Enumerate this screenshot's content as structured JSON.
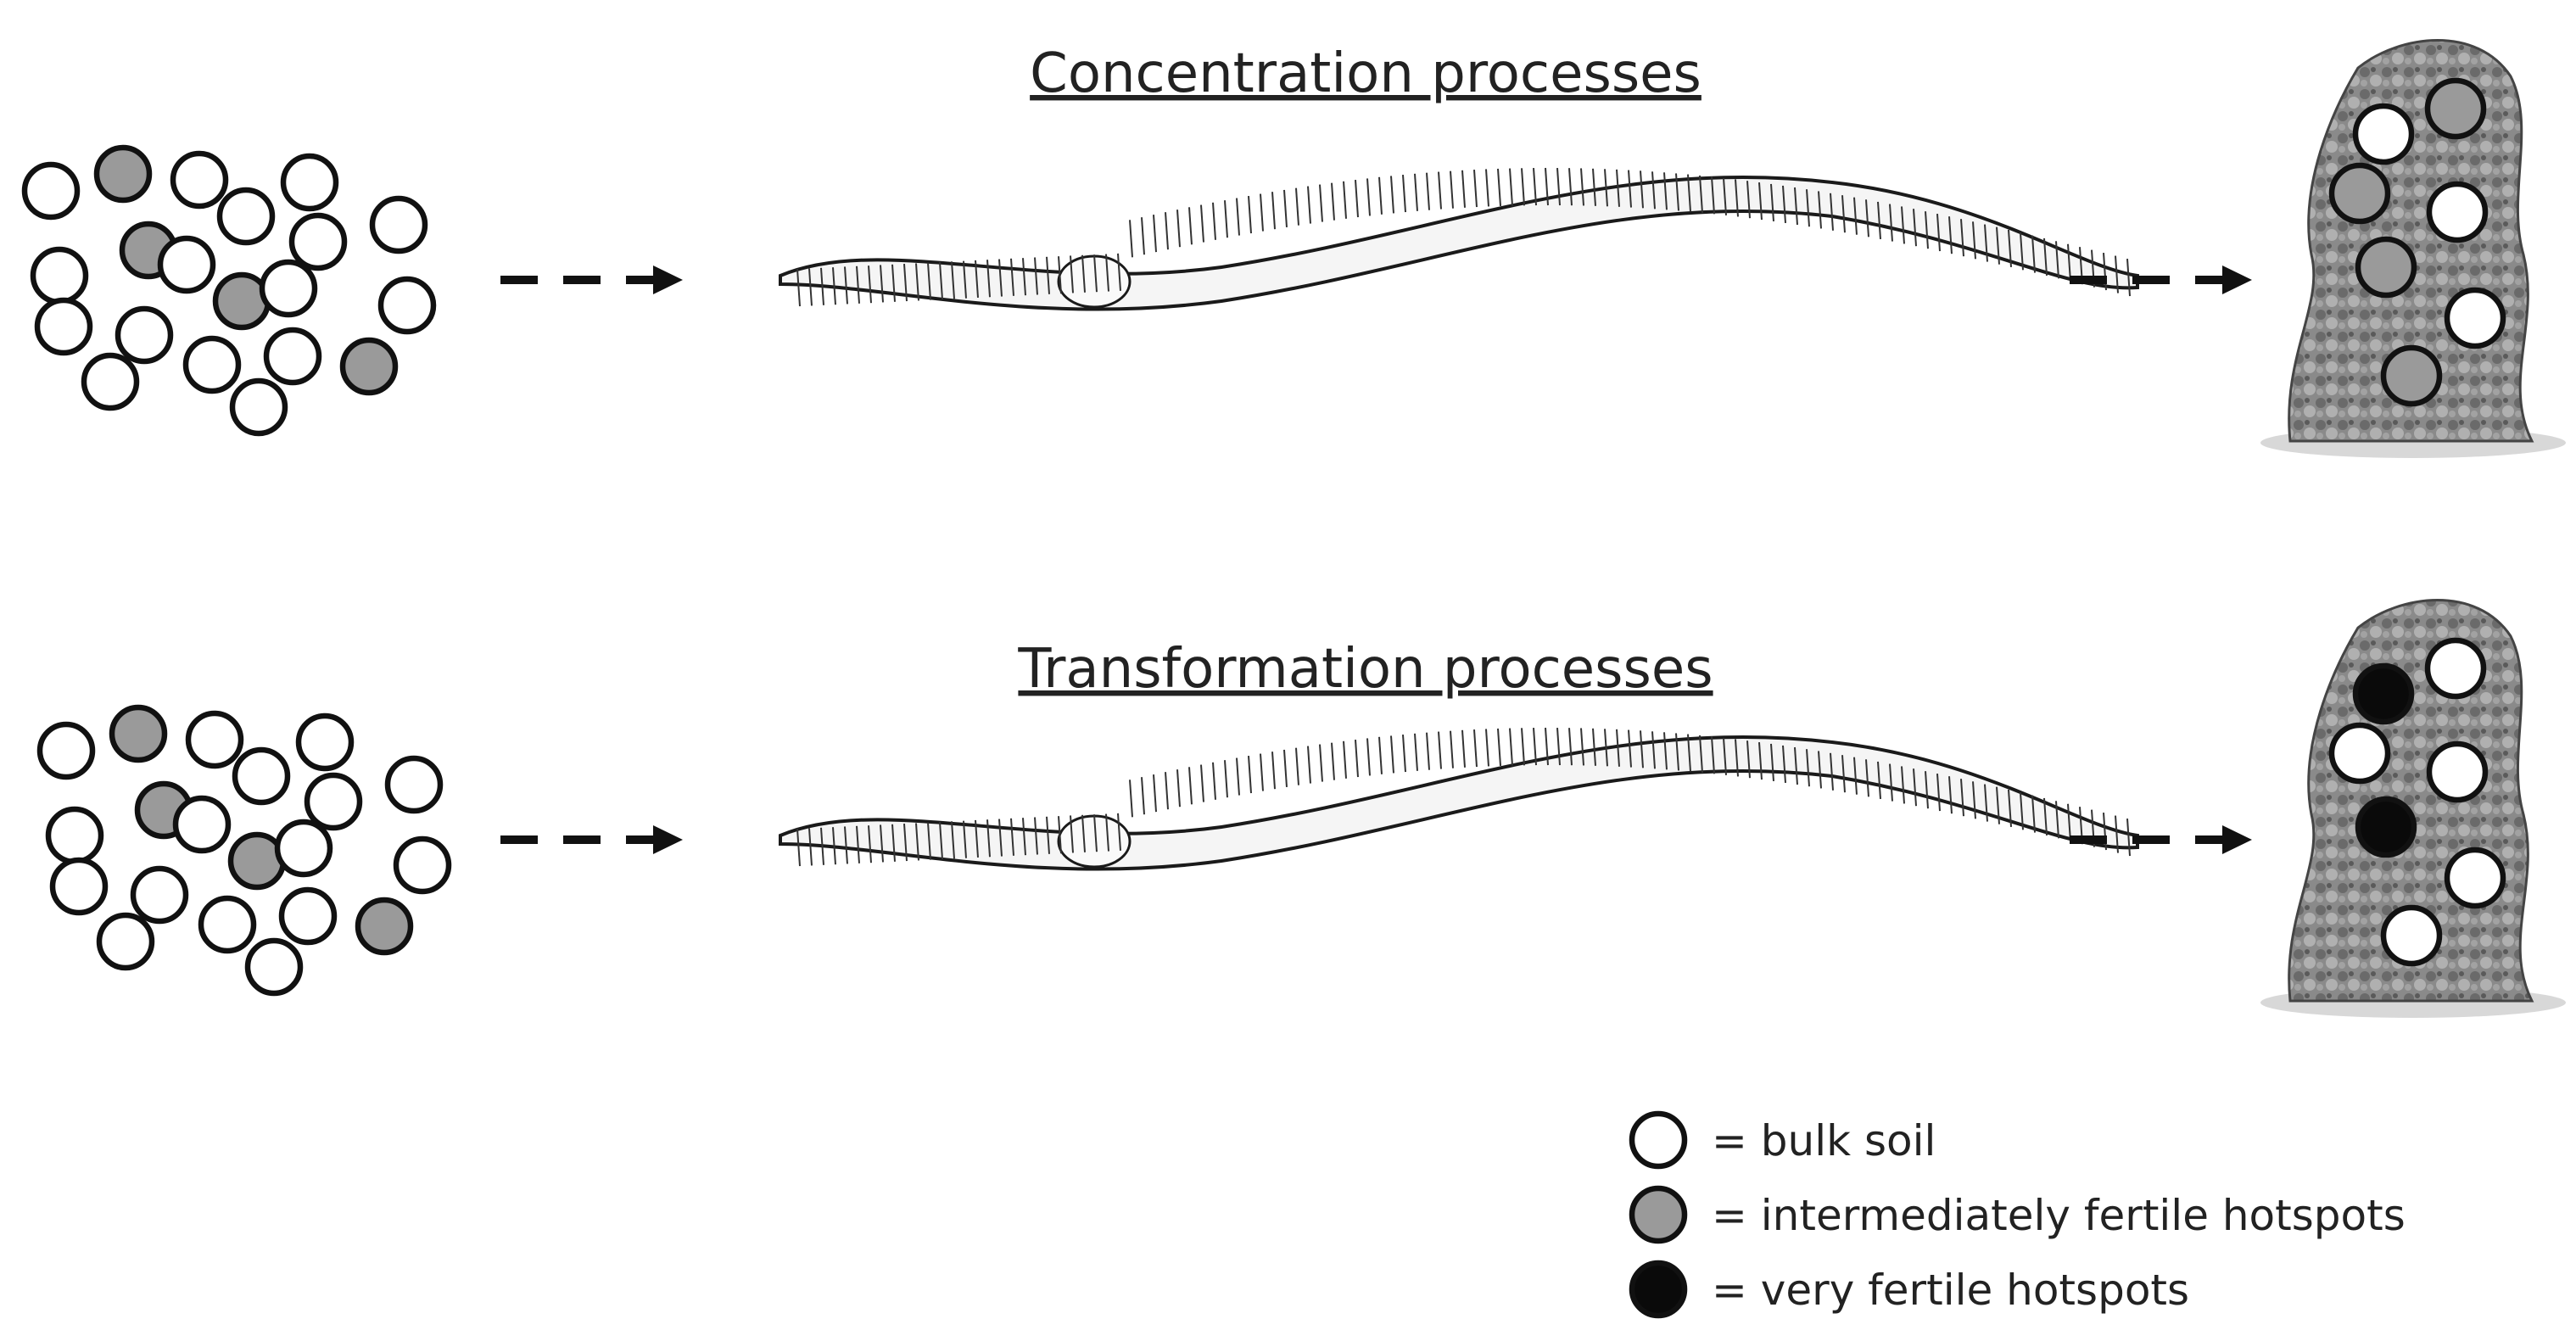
{
  "titles": {
    "concentration": "Concentration processes",
    "transformation": "Transformation processes"
  },
  "legend": [
    {
      "key": "bulk",
      "label": "= bulk soil",
      "color": "#ffffff"
    },
    {
      "key": "intermediate",
      "label": "= intermediately fertile hotspots",
      "color": "#9a9a9a"
    },
    {
      "key": "very",
      "label": "= very fertile hotspots",
      "color": "#0a0a0a"
    }
  ],
  "colors": {
    "bulk": "#ffffff",
    "intermediate": "#9a9a9a",
    "very": "#0a0a0a",
    "stroke": "#111111"
  },
  "rows": [
    {
      "name": "concentration",
      "input_particles": [
        "bulk",
        "intermediate",
        "bulk",
        "bulk",
        "intermediate",
        "bulk",
        "bulk",
        "bulk",
        "bulk",
        "bulk",
        "intermediate",
        "bulk",
        "bulk",
        "bulk",
        "bulk",
        "bulk",
        "bulk",
        "bulk",
        "intermediate",
        "bulk"
      ],
      "cast_particles": [
        "bulk",
        "intermediate",
        "intermediate",
        "bulk",
        "intermediate",
        "bulk",
        "intermediate"
      ]
    },
    {
      "name": "transformation",
      "input_particles": [
        "bulk",
        "intermediate",
        "bulk",
        "bulk",
        "intermediate",
        "bulk",
        "bulk",
        "bulk",
        "bulk",
        "bulk",
        "intermediate",
        "bulk",
        "bulk",
        "bulk",
        "bulk",
        "bulk",
        "bulk",
        "bulk",
        "intermediate",
        "bulk"
      ],
      "cast_particles": [
        "very",
        "bulk",
        "bulk",
        "bulk",
        "very",
        "bulk",
        "bulk"
      ]
    }
  ]
}
